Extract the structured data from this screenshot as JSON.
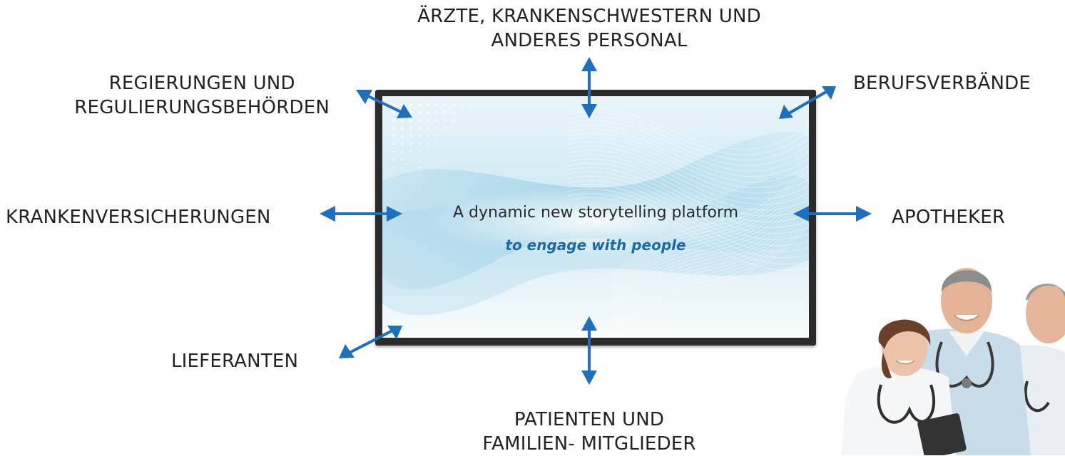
{
  "labels": {
    "top_line1": "ÄRZTE, KRANKENSCHWESTERN UND",
    "top_line2": "ANDERES PERSONAL",
    "topleft_line1": "REGIERUNGEN UND",
    "topleft_line2": "REGULIERUNGSBEHÖRDEN",
    "topright": "BERUFSVERBÄNDE",
    "left": "KRANKENVERSICHERUNGEN",
    "right": "APOTHEKER",
    "bottomleft": "LIEFERANTEN",
    "bottom_line1": "PATIENTEN UND",
    "bottom_line2": "FAMILIEN- MITGLIEDER"
  },
  "screen": {
    "line1": "A dynamic new storytelling platform",
    "line2": "to engage with people"
  },
  "colors": {
    "arrow": "#1f6fbf",
    "accent_text": "#1b6aa8",
    "bezel": "#2b2b2b"
  }
}
